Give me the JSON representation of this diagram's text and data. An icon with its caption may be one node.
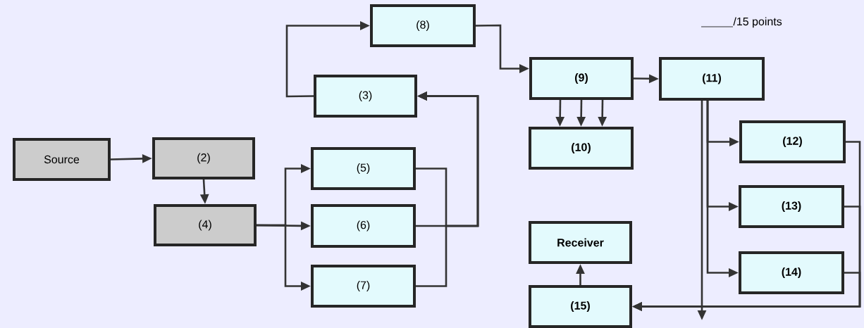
{
  "diagram": {
    "nodes": [
      {
        "text": [
          "Source"
        ]
      },
      {
        "text": [
          "(2)"
        ]
      },
      {
        "text": [
          "(4)"
        ]
      },
      {
        "text": [
          "(3)"
        ]
      },
      {
        "text": [
          "(5)"
        ]
      },
      {
        "text": [
          "(6)"
        ]
      },
      {
        "text": [
          "(7)"
        ]
      },
      {
        "text": [
          "(8)"
        ]
      },
      {
        "text": [
          "(9)"
        ]
      },
      {
        "text": [
          "(10)"
        ]
      },
      {
        "text": [
          "(11)"
        ]
      },
      {
        "text": [
          "(12)"
        ]
      },
      {
        "text": [
          "(13)"
        ]
      },
      {
        "text": [
          "(14)"
        ]
      },
      {
        "text": [
          "Receiver"
        ]
      },
      {
        "text": [
          "(15)"
        ]
      }
    ],
    "edges": [
      {
        "from": 0,
        "to": 1,
        "arrow": "to"
      },
      {
        "from": 1,
        "to": 2,
        "arrow": "to"
      },
      {
        "from": 2,
        "to": 4,
        "arrow": "to"
      },
      {
        "from": 2,
        "to": 5,
        "arrow": "to"
      },
      {
        "from": 2,
        "to": 6,
        "arrow": "to"
      },
      {
        "from": 4,
        "to": 3,
        "arrow": "to"
      },
      {
        "from": 5,
        "to": 3,
        "arrow": "to"
      },
      {
        "from": 6,
        "to": 3,
        "arrow": "to"
      },
      {
        "from": 3,
        "to": 7,
        "arrow": "to"
      },
      {
        "from": 7,
        "to": 8,
        "arrow": "to"
      },
      {
        "from": 8,
        "to": 9,
        "arrow": "to"
      },
      {
        "from": 8,
        "to": 9,
        "arrow": "to"
      },
      {
        "from": 8,
        "to": 9,
        "arrow": "to"
      },
      {
        "from": 8,
        "to": 10,
        "arrow": "to"
      },
      {
        "from": 10,
        "to": 11,
        "arrow": "to"
      },
      {
        "from": 10,
        "to": 12,
        "arrow": "to"
      },
      {
        "from": 10,
        "to": 13,
        "arrow": "to"
      },
      {
        "from": 10,
        "to": null,
        "arrow": "to"
      },
      {
        "from": 11,
        "to": 15,
        "arrow": "to"
      },
      {
        "from": 12,
        "to": 15,
        "arrow": "to"
      },
      {
        "from": 13,
        "to": 15,
        "arrow": "to"
      },
      {
        "from": 15,
        "to": 14,
        "arrow": "to"
      }
    ],
    "labels": [
      "/15 points"
    ]
  }
}
